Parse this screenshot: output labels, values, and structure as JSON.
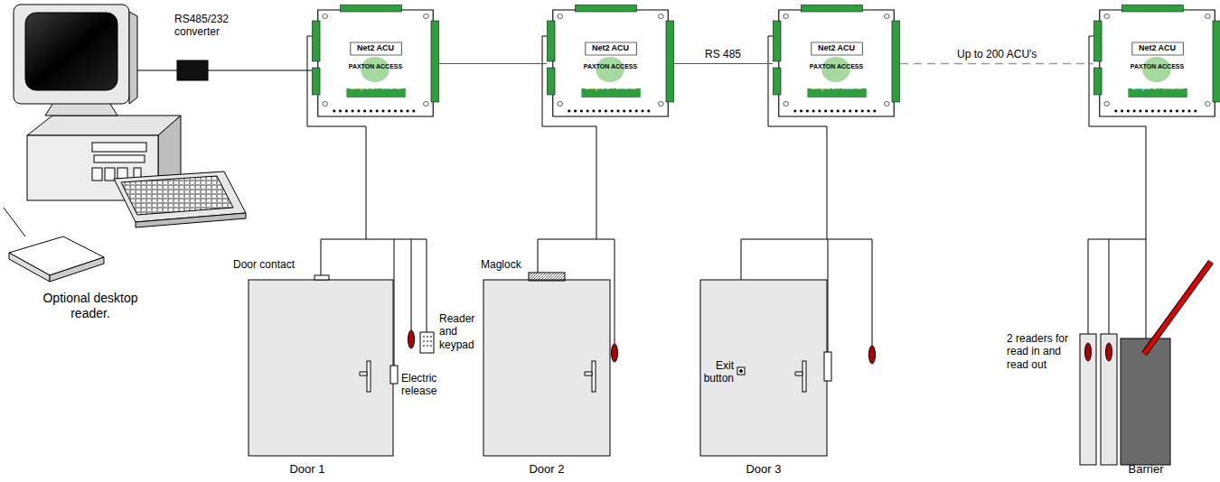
{
  "diagram": {
    "nodes": [
      {
        "text": [
          "Net2 ACU",
          "PAXTON ACCESS",
          "Simple & Powerful"
        ]
      },
      {
        "text": [
          "Net2 ACU",
          "PAXTON ACCESS",
          "Simple & Powerful"
        ]
      },
      {
        "text": [
          "Net2 ACU",
          "PAXTON ACCESS",
          "Simple & Powerful"
        ]
      },
      {
        "text": [
          "Net2 ACU",
          "PAXTON ACCESS",
          "Simple & Powerful"
        ]
      }
    ],
    "edges": [
      {
        "from": 0,
        "to": 1,
        "arrow": "none"
      },
      {
        "from": 1,
        "to": 2,
        "label": "RS 485",
        "arrow": "none"
      },
      {
        "from": 2,
        "to": 3,
        "label": "Up to 200 ACU's",
        "arrow": "none"
      }
    ],
    "labels": [
      "RS485/232 converter",
      "Optional desktop reader.",
      "Door contact",
      "Reader and keypad",
      "Electric release",
      "Maglock",
      "Exit button",
      "2 readers for read in and read out",
      "Door 1",
      "Door 2",
      "Door 3",
      "Barrier"
    ]
  }
}
